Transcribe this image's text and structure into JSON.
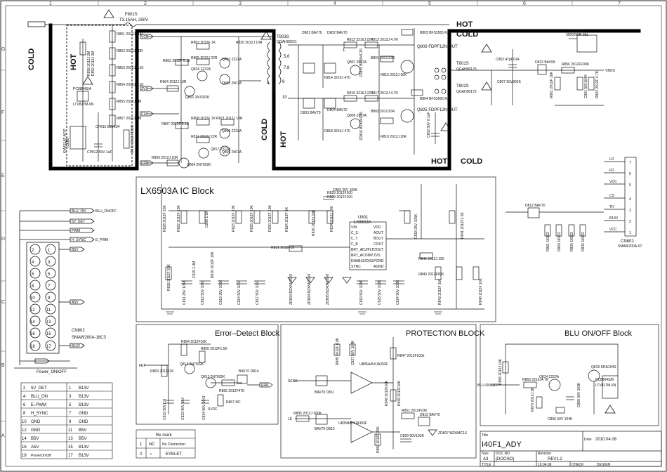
{
  "sheet": {
    "grid_columns": [
      "1",
      "2",
      "3",
      "4",
      "5",
      "6",
      "7"
    ],
    "grid_rows": [
      "A",
      "B",
      "C",
      "D",
      "E",
      "F",
      "G"
    ]
  },
  "zones": {
    "cold_left": "COLD",
    "hot_left": "HOT",
    "hot_top": "HOT",
    "cold_top": "COLD",
    "cold_mid": "COLD",
    "hot_mid": "HOT",
    "hot_bottom": "HOT",
    "cold_bottom": "COLD"
  },
  "top_parts": {
    "fuse": "F801S",
    "fuse_value": "T3.15AH, 250V",
    "transformer": "T803S",
    "transformer_part": "QGAH00221",
    "cn801": "CN801",
    "cn801_part": "35002WR-02L",
    "pins": [
      "5,6",
      "7,8",
      "4",
      "9",
      "10",
      "1"
    ]
  },
  "left_parts": [
    "R851 2012J 10R",
    "R852 2012J 10R",
    "R853 2012J 5.1K",
    "R854 2012J 5.1K",
    "R855 2012J 8M",
    "R857 2012J 1M",
    "R858 2012J 2M",
    "R859 2012J 2M",
    "PC8804S/A",
    "LTV817M-6N",
    "IC856",
    "KIA431AT-AT/P",
    "CP815 5BV104",
    "CP812 50V 1uF",
    "R870 2012J 100K"
  ],
  "driver_parts": [
    "R802 2012F 5.1K",
    "R803 2012F 1K",
    "R804 2012J 10R",
    "R805 2012J 22R",
    "Q816 2222A",
    "Q801 2N7002K",
    "Q802 2222A",
    "Q803 2907A",
    "R820 2012J 10R",
    "R807 2012F 5.1K",
    "R808 2012F 1K",
    "R811 2012J 22R",
    "R871 2012J 10R",
    "Q805 2222A",
    "Q806 2907A",
    "Q817 2222A",
    "R809 2012J 10R",
    "Q864 2N7002K"
  ],
  "inputs": [
    "VCR",
    "ZVS",
    "CLK",
    "ERR"
  ],
  "rectifier_parts": [
    "D801 BAV70",
    "D802 BAV70",
    "D803 BAV70",
    "D804 BAV70",
    "R812 3216J 22R",
    "R813 2012J 4.7R",
    "R814 3216J 470",
    "R815 2012J 30K",
    "Q807 2907A",
    "R816 3216J 22R",
    "R817 2012J 4.7R",
    "R818 3216J 470",
    "R819 2012J 30K",
    "Q808 2907A",
    "ZD815 BZX84C15",
    "ZD816 BZX84C15",
    "B801 2012JOR",
    "B802 2012JOR",
    "B803 BFS3565 RJF",
    "B804 BFS3565 RJF",
    "Q809 FDPF12N50UT",
    "Q825 FDPF12N50UT",
    "C802 50V 0.1uF",
    "T801S",
    "QGAH00175",
    "T802S",
    "QGAH00175"
  ],
  "output_parts": [
    "C803 47pF/1kF",
    "C807 50V392K",
    "D822 BAV99",
    "R856 2012F100K",
    "R861 2012F 10K",
    "C801 50V104K",
    "R863 2012F 4.7K",
    "VBOS"
  ],
  "cn802_right": {
    "title": "CN802",
    "part": "SMAW200A-07",
    "pins": [
      "7",
      "6",
      "5",
      "4",
      "3",
      "2",
      "1"
    ],
    "signals": [
      "LD",
      "FD",
      "VOC",
      "CS",
      "TH",
      "B13V",
      "VCC"
    ],
    "diode": "D812 BAV70",
    "resistors": [
      "R861 1K822",
      "R860 1K822",
      "R820 1K822",
      "R826 1K822"
    ]
  },
  "ic_block": {
    "title": "LX6503A  IC  Block",
    "ic_name": "U801",
    "ic_part": "LX6503A",
    "pins_left": [
      "VIN",
      "C_S",
      "C_T",
      "C_B",
      "BRT_ADJ/FLT",
      "BRT_ACOMP",
      "ENABLE/DISL",
      "SYNC"
    ],
    "pins_right": [
      "VDD",
      "AOUT",
      "BOUT",
      "COUT",
      "DOUT",
      "ZVS",
      "PGND",
      "AGND"
    ],
    "parts": [
      "R828 2012F 20K",
      "R829 2012F100",
      "R822 2012F 10K",
      "C806 1.5K",
      "R823 2012F 10K",
      "R825 2012F 10K",
      "R830 2012F 10K",
      "R824 2012F 5K",
      "R831 2012F1K",
      "R829 2012F100",
      "C809 25V 105K",
      "R826 2012J 20K",
      "C818 25V 105K",
      "R834 2012J 100",
      "R841 2012F1.5K",
      "R840 2012F82K",
      "R846 2012J 100",
      "C811 25V 105K",
      "C812 50V 104J",
      "C813 25V 105K",
      "C814 50V 104J",
      "C817 50V 104J",
      "C815 1.3M",
      "R816 2012F 10K",
      "R838 2012F 30K",
      "ZD803 BZX84C6V8",
      "ZD804 BZX84C6V8",
      "ZD805 BZX84C6V8",
      "C819 50V 103K",
      "C825 50V 103K",
      "C824 50V 103K",
      "R843 2012F 1M",
      "R848 2012F 10K"
    ]
  },
  "cn802_left": {
    "title": "CN802",
    "part": "SMAW200A-18C3",
    "pin_pairs": [
      [
        "2",
        "1"
      ],
      [
        "4",
        "3"
      ],
      [
        "6",
        "5"
      ],
      [
        "8",
        "7"
      ],
      [
        "10",
        "9"
      ],
      [
        "12",
        "11"
      ],
      [
        "14",
        "13"
      ],
      [
        "16",
        "15"
      ],
      [
        "18",
        "17"
      ]
    ],
    "nets": [
      "BLU_ON",
      "BLU_ONOFF",
      "5V_DET",
      "PWM",
      "H_SYNC",
      "E_PWM",
      "B5V",
      "A5V",
      "B13V"
    ],
    "bus_label": "Power_ON/OFF"
  },
  "pin_table": {
    "rows": [
      {
        "no": "2",
        "left": "5V_DET",
        "no_r": "1",
        "right": "B13V"
      },
      {
        "no": "4",
        "left": "BLU_ON",
        "no_r": "3",
        "right": "B13V"
      },
      {
        "no": "6",
        "left": "E–PWM",
        "no_r": "5",
        "right": "B13V"
      },
      {
        "no": "8",
        "left": "H_SYNC",
        "no_r": "7",
        "right": "GND"
      },
      {
        "no": "10",
        "left": "GND",
        "no_r": "9",
        "right": "GND"
      },
      {
        "no": "12",
        "left": "GND",
        "no_r": "11",
        "right": "B5V"
      },
      {
        "no": "14",
        "left": "B5V",
        "no_r": "13",
        "right": "B5V"
      },
      {
        "no": "16",
        "left": "A5V",
        "no_r": "15",
        "right": "B13V"
      },
      {
        "no": "18",
        "left": "PowerOn/Off",
        "no_r": "17",
        "right": "B13V"
      }
    ]
  },
  "error_block": {
    "title": "Error–Detect Block",
    "parts": [
      "R864 2012F10K",
      "R865 2012F1.5K",
      "R863 2012F1K",
      "Q812 2N7002K",
      "Q813 2N7002K",
      "R866 2012F47K",
      "R867 NC",
      "C832 50V10J",
      "C833 50V 10J",
      "C834 50V 104J",
      "BAV70 D814",
      "ERR",
      "FET",
      "SVOF"
    ]
  },
  "protection_block": {
    "title": "PROTECTION BLOCK",
    "parts": [
      "R845 2012F 6.8K",
      "C827 50V 104K",
      "U805A/A KIA393F",
      "R847 2012F100k",
      "R848 2012F10K",
      "R849 2012F10K",
      "U805B/B KIA393F",
      "R851 2012F10K",
      "C829 50V103K",
      "D812 BAV70",
      "ZD807 BZX84C16",
      "R895 2012J 300K",
      "BAV70 D811",
      "BAV70 D810",
      "R850 2012F 20K",
      "SENS",
      "LE"
    ]
  },
  "remark": {
    "title": "Re mark",
    "rows": [
      {
        "no": "1",
        "code": "NC",
        "text": "No Connection"
      },
      {
        "no": "2",
        "code": "○",
        "text": "EYELET"
      }
    ]
  },
  "blu_block": {
    "title": "BLU ON/OFF  Block",
    "parts": [
      "R858 2012J 10K",
      "R869 3216J4.7K",
      "Q814 2222A",
      "R870 2012J 1K",
      "C855 50V 104K",
      "C858 50V 103K",
      "Q815 KRA104S",
      "PC8804S/B",
      "LTV817M-6N",
      "BLU-ON/OFF"
    ]
  },
  "title_block": {
    "title_label": "Title",
    "title_value": "I40F1_ADY",
    "size_label": "Size",
    "size_value": "A3",
    "doc_label": "DOC NO",
    "doc_value": "{DOCNO}",
    "rev_label": "Revision",
    "rev_value": "REV1.2",
    "date_label": "Date",
    "date_value": "2010.04.08",
    "drawn_date": "10.04.08",
    "sheet_label": "TITLE",
    "check_label": "CHECK",
    "design_label": "DESIGN"
  }
}
